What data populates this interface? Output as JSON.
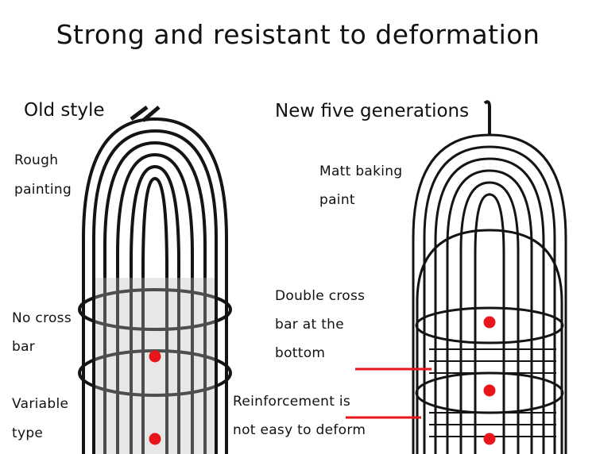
{
  "title": "Strong and resistant to deformation",
  "left": {
    "heading": "Old style",
    "labels": {
      "rough_1": "Rough",
      "rough_2": "painting",
      "nocross_1": "No cross",
      "nocross_2": "bar",
      "variable_1": "Variable",
      "variable_2": "type"
    }
  },
  "right": {
    "heading": "New five generations",
    "labels": {
      "matt_1": "Matt baking",
      "matt_2": "paint",
      "double_1": "Double cross",
      "double_2": "bar at the",
      "double_3": "bottom",
      "reinf_1": "Reinforcement is",
      "reinf_2": "not easy to deform"
    }
  },
  "colors": {
    "marker": "#e8161b",
    "wire": "#141414"
  }
}
